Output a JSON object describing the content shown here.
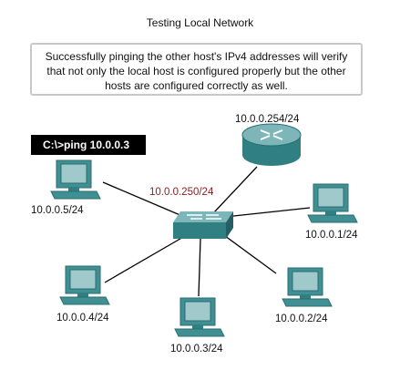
{
  "title": "Testing Local Network",
  "note": "Successfully pinging the other host's IPv4 addresses will verify that not only the local host is configured properly but the other hosts are configured correctly as well.",
  "command": "C:\\>ping 10.0.0.3",
  "router": {
    "label": "10.0.0.254/24"
  },
  "switch": {
    "label": "10.0.0.250/24"
  },
  "hosts": [
    {
      "id": "host-1",
      "label": "10.0.0.5/24"
    },
    {
      "id": "host-2",
      "label": "10.0.0.1/24"
    },
    {
      "id": "host-3",
      "label": "10.0.0.4/24"
    },
    {
      "id": "host-4",
      "label": "10.0.0.3/24"
    },
    {
      "id": "host-5",
      "label": "10.0.0.2/24"
    }
  ],
  "colors": {
    "device": "#3f8f93",
    "device_dark": "#2b6e72",
    "link": "#000000",
    "switch_label": "#8b1c1c"
  }
}
